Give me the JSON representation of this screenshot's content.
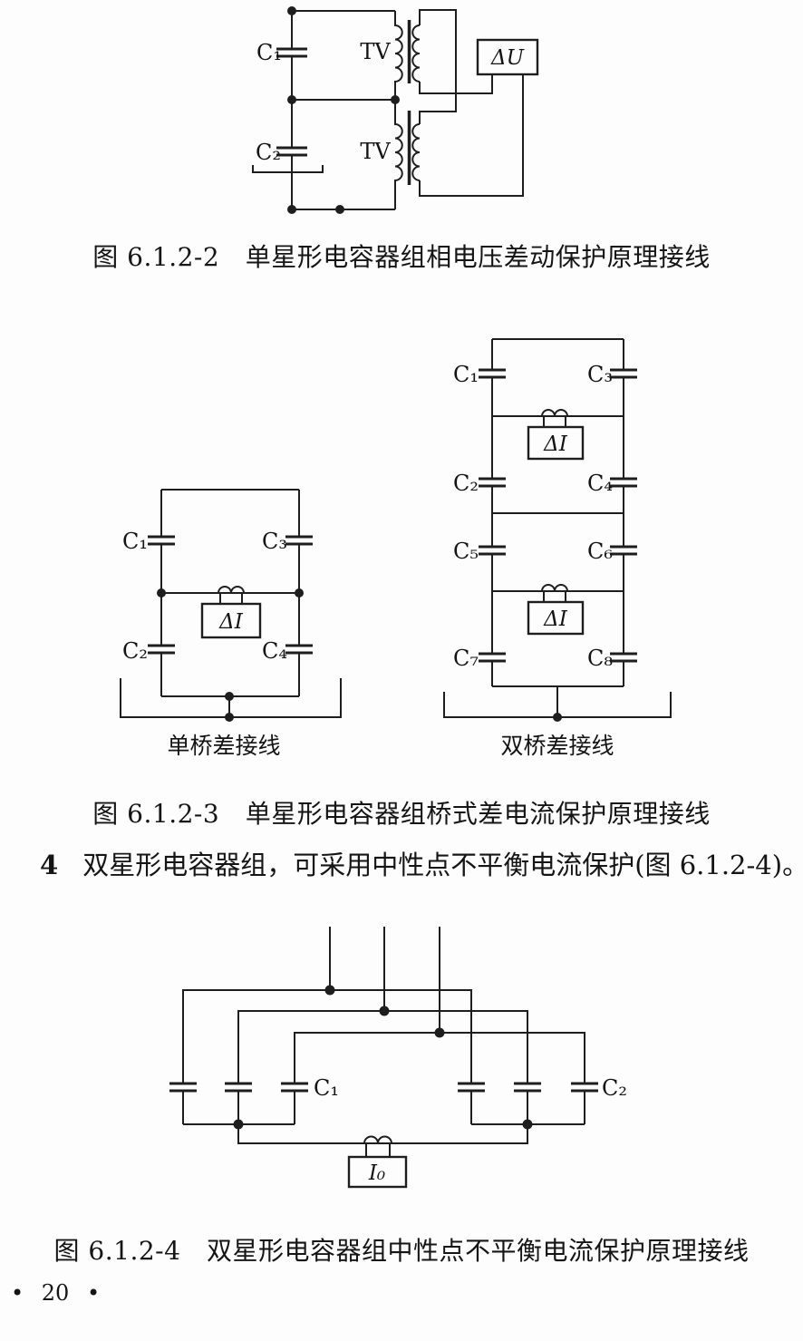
{
  "page": {
    "background": "#fdfdfd",
    "footer_text": "• 20 •"
  },
  "figures": {
    "fig_6_1_2_2": {
      "caption": "图 6.1.2-2　单星形电容器组相电压差动保护原理接线",
      "labels": {
        "c1": "C₁",
        "c2": "C₂",
        "tv_upper": "TV",
        "tv_lower": "TV",
        "relay_du": "ΔU"
      }
    },
    "fig_6_1_2_3": {
      "caption": "图 6.1.2-3　单星形电容器组桥式差电流保护原理接线",
      "single_bridge": {
        "title": "单桥差接线",
        "labels": {
          "c1": "C₁",
          "c2": "C₂",
          "c3": "C₃",
          "c4": "C₄",
          "relay_di": "ΔI"
        }
      },
      "double_bridge": {
        "title": "双桥差接线",
        "labels": {
          "c1": "C₁",
          "c2": "C₂",
          "c3": "C₃",
          "c4": "C₄",
          "c5": "C₅",
          "c6": "C₆",
          "c7": "C₇",
          "c8": "C₈",
          "relay_di_upper": "ΔI",
          "relay_di_lower": "ΔI"
        }
      }
    },
    "fig_6_1_2_4": {
      "caption": "图 6.1.2-4　双星形电容器组中性点不平衡电流保护原理接线",
      "labels": {
        "c1": "C₁",
        "c2": "C₂",
        "relay_i0": "I₀"
      }
    }
  },
  "body_text": {
    "item_number": "4",
    "item_text": "双星形电容器组，可采用中性点不平衡电流保护(图 6.1.2-4)。"
  }
}
